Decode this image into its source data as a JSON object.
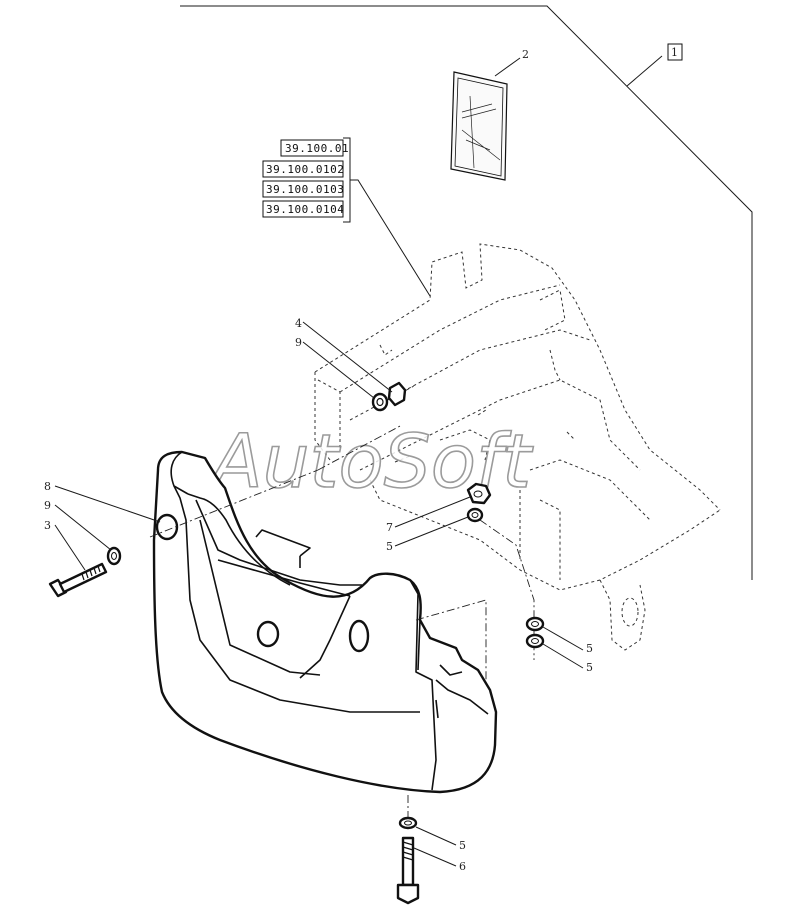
{
  "diagram": {
    "watermark": "AutoSoft",
    "assembly_ref": "1",
    "manual_ref": "2",
    "ref_codes": [
      "39.100.01",
      "39.100.0102",
      "39.100.0103",
      "39.100.0104"
    ],
    "callouts": {
      "c4": "4",
      "c9a": "9",
      "c8": "8",
      "c9b": "9",
      "c3": "3",
      "c7": "7",
      "c5a": "5",
      "c5b": "5",
      "c5c": "5",
      "c5d": "5",
      "c6": "6"
    },
    "colors": {
      "line": "#111111",
      "dashed": "#333333",
      "watermark_outline": "#8a8a8a"
    }
  }
}
